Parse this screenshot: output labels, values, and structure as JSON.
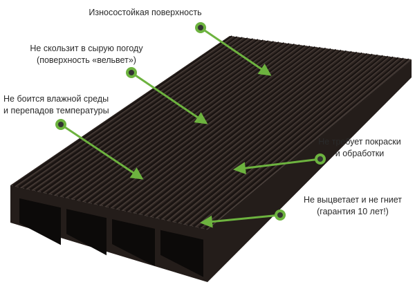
{
  "colors": {
    "board_top": "#2f2622",
    "board_groove": "#1a1412",
    "board_ridge": "#4a3f3a",
    "board_side": "#241d1a",
    "hole": "#0c0a09",
    "accent_green": "#6db33f",
    "dot_inner": "#333333"
  },
  "callouts": [
    {
      "lines": [
        "Износостойкая поверхность"
      ]
    },
    {
      "lines": [
        "Не скользит в сырую погоду",
        "(поверхность «вельвет»)"
      ]
    },
    {
      "lines": [
        "Не боится влажной среды",
        "и перепадов температуры"
      ]
    },
    {
      "lines": [
        "Не требует покраски",
        "и обработки"
      ]
    },
    {
      "lines": [
        "Не выцветает и не гниет",
        "(гарантия 10 лет!)"
      ]
    }
  ]
}
